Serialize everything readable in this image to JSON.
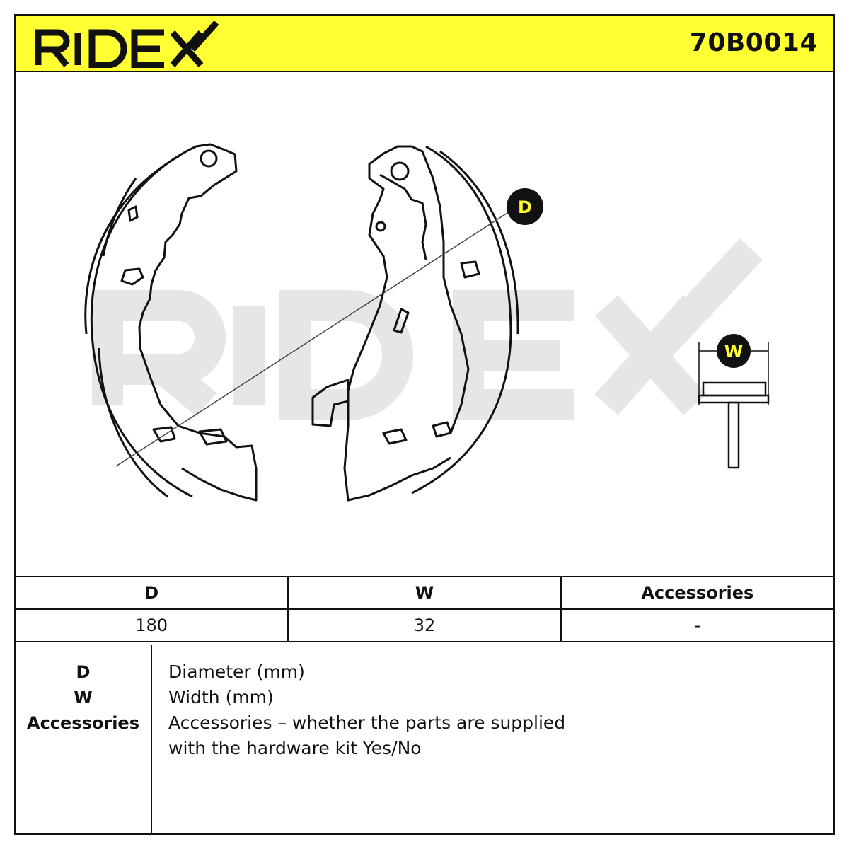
{
  "header": {
    "brand": "RIDEX",
    "part_number": "70B0014",
    "background_color": "#ffff33"
  },
  "drawing": {
    "watermark": "RIDEX",
    "callout_d": "D",
    "callout_w": "W"
  },
  "spec_table": {
    "columns": [
      "D",
      "W",
      "Accessories"
    ],
    "values": [
      "180",
      "32",
      "-"
    ]
  },
  "legend": {
    "keys": [
      "D",
      "W",
      "Accessories"
    ],
    "descriptions": [
      "Diameter (mm)",
      "Width (mm)",
      "Accessories – whether the parts are supplied",
      "with the hardware kit Yes/No"
    ]
  }
}
